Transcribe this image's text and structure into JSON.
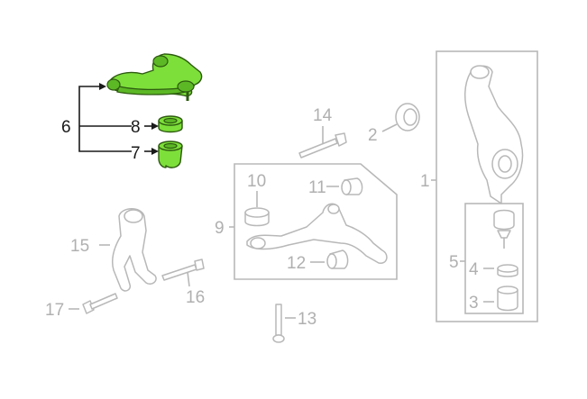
{
  "diagram": {
    "highlight_color": "#7ddf3a",
    "highlight_outline": "#2d5a10",
    "faded_color": "#b8b8b8",
    "callouts": [
      {
        "id": "c1",
        "text": "1",
        "highlighted": false
      },
      {
        "id": "c2",
        "text": "2",
        "highlighted": false
      },
      {
        "id": "c3",
        "text": "3",
        "highlighted": false
      },
      {
        "id": "c4",
        "text": "4",
        "highlighted": false
      },
      {
        "id": "c5",
        "text": "5",
        "highlighted": false
      },
      {
        "id": "c6",
        "text": "6",
        "highlighted": true
      },
      {
        "id": "c7",
        "text": "7",
        "highlighted": true
      },
      {
        "id": "c8",
        "text": "8",
        "highlighted": true
      },
      {
        "id": "c9",
        "text": "9",
        "highlighted": false
      },
      {
        "id": "c10",
        "text": "10",
        "highlighted": false
      },
      {
        "id": "c11",
        "text": "11",
        "highlighted": false
      },
      {
        "id": "c12",
        "text": "12",
        "highlighted": false
      },
      {
        "id": "c13",
        "text": "13",
        "highlighted": false
      },
      {
        "id": "c14",
        "text": "14",
        "highlighted": false
      },
      {
        "id": "c15",
        "text": "15",
        "highlighted": false
      },
      {
        "id": "c16",
        "text": "16",
        "highlighted": false
      },
      {
        "id": "c17",
        "text": "17",
        "highlighted": false
      }
    ]
  }
}
